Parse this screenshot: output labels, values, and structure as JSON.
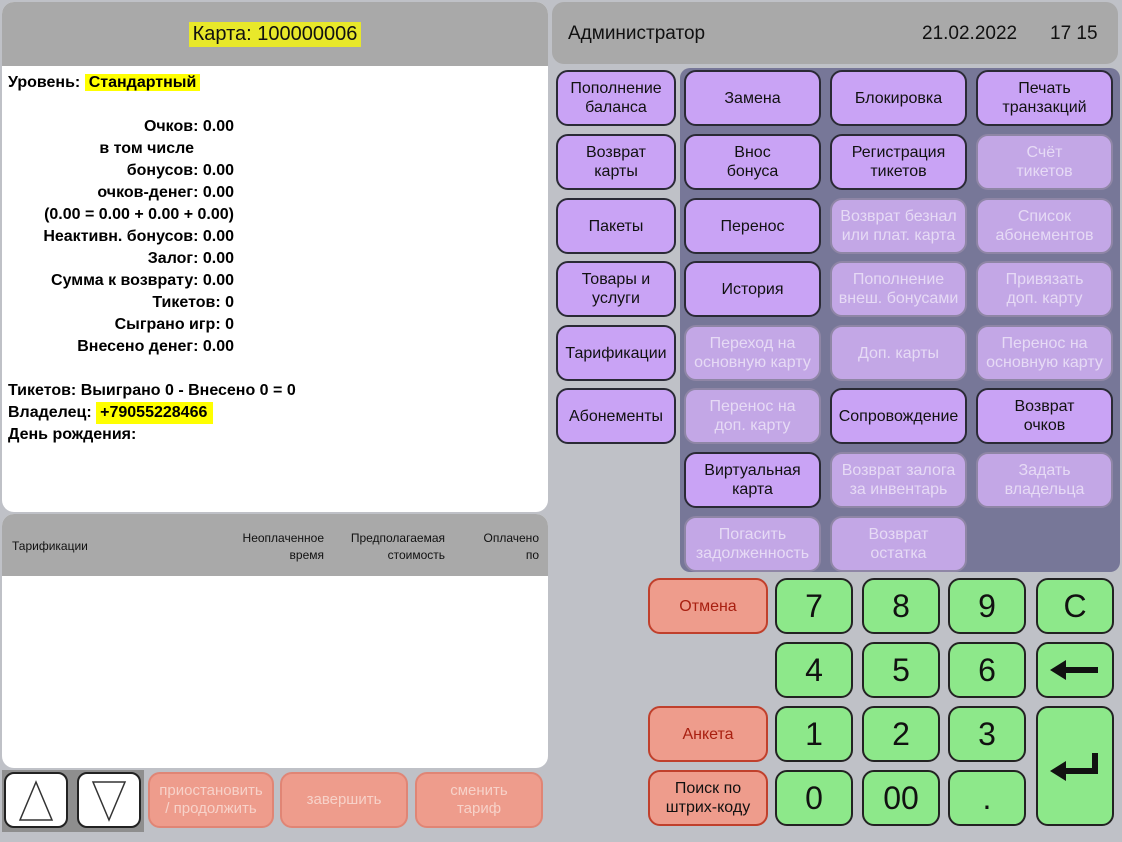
{
  "card": {
    "title": "Карта: 100000006",
    "level_label": "Уровень:",
    "level_value": "Стандартный",
    "stats": [
      "Очков: 0.00",
      "в том числе",
      "бонусов: 0.00",
      "очков-денег: 0.00",
      "(0.00 = 0.00 + 0.00 + 0.00)",
      "Неактивн. бонусов: 0.00",
      "Залог: 0.00",
      "Сумма к возврату: 0.00",
      "Тикетов: 0",
      "Сыграно игр: 0",
      "Внесено денег: 0.00"
    ],
    "tickets_line": "Тикетов: Выиграно 0 - Внесено 0 = 0",
    "owner_label": "Владелец:",
    "owner_value": "+79055228466",
    "birthday_label": "День рождения:"
  },
  "tariffs": {
    "col_name": "Тарификации",
    "col_unpaid_1": "Неоплаченное",
    "col_unpaid_2": "время",
    "col_est_1": "Предполагаемая",
    "col_est_2": "стоимость",
    "col_paid_1": "Оплачено",
    "col_paid_2": "по"
  },
  "bottom": {
    "pause_1": "приостановить",
    "pause_2": "/ продолжить",
    "finish": "завершить",
    "change_1": "сменить",
    "change_2": "тариф"
  },
  "header": {
    "user": "Администратор",
    "date": "21.02.2022",
    "time": "17 15"
  },
  "left_buttons": [
    [
      "Пополнение",
      "баланса"
    ],
    [
      "Возврат",
      "карты"
    ],
    [
      "Пакеты",
      ""
    ],
    [
      "Товары и",
      "услуги"
    ],
    [
      "Тарификации",
      ""
    ],
    [
      "Абонементы",
      ""
    ]
  ],
  "actions": {
    "zamena": "Замена",
    "blokirovka": "Блокировка",
    "pechat_1": "Печать",
    "pechat_2": "транзакций",
    "vnos_1": "Внос",
    "vnos_2": "бонуса",
    "reg_1": "Регистрация",
    "reg_2": "тикетов",
    "schet_1": "Счёт",
    "schet_2": "тикетов",
    "perenos": "Перенос",
    "vozvrat_beznal_1": "Возврат безнал",
    "vozvrat_beznal_2": "или плат. карта",
    "spisok_1": "Список",
    "spisok_2": "абонементов",
    "istoriya": "История",
    "popolnenie_vnesh_1": "Пополнение",
    "popolnenie_vnesh_2": "внеш. бонусами",
    "privyazat_1": "Привязать",
    "privyazat_2": "доп. карту",
    "perehod_1": "Переход на",
    "perehod_2": "основную карту",
    "dop_karty": "Доп. карты",
    "perenos_osn_1": "Перенос на",
    "perenos_osn_2": "основную карту",
    "perenos_dop_1": "Перенос на",
    "perenos_dop_2": "доп. карту",
    "soprovozhdenie": "Сопровождение",
    "vozvrat_ochkov_1": "Возврат",
    "vozvrat_ochkov_2": "очков",
    "virtual_1": "Виртуальная",
    "virtual_2": "карта",
    "vozvrat_zaloga_1": "Возврат залога",
    "vozvrat_zaloga_2": "за инвентарь",
    "zadat_1": "Задать",
    "zadat_2": "владельца",
    "pogasit_1": "Погасить",
    "pogasit_2": "задолженность",
    "vozvrat_ostatka_1": "Возврат",
    "vozvrat_ostatka_2": "остатка"
  },
  "keypad": {
    "cancel": "Отмена",
    "form": "Анкета",
    "search_1": "Поиск по",
    "search_2": "штрих-коду",
    "k7": "7",
    "k8": "8",
    "k9": "9",
    "kc": "C",
    "k4": "4",
    "k5": "5",
    "k6": "6",
    "k1": "1",
    "k2": "2",
    "k3": "3",
    "k0": "0",
    "k00": "00",
    "kdot": "."
  },
  "colors": {
    "action": "#c9a3f5",
    "action_disabled": "#c3a7e6",
    "keypad": "#8de88a",
    "salmon": "#ee9c8c",
    "highlight": "#ffff00"
  }
}
